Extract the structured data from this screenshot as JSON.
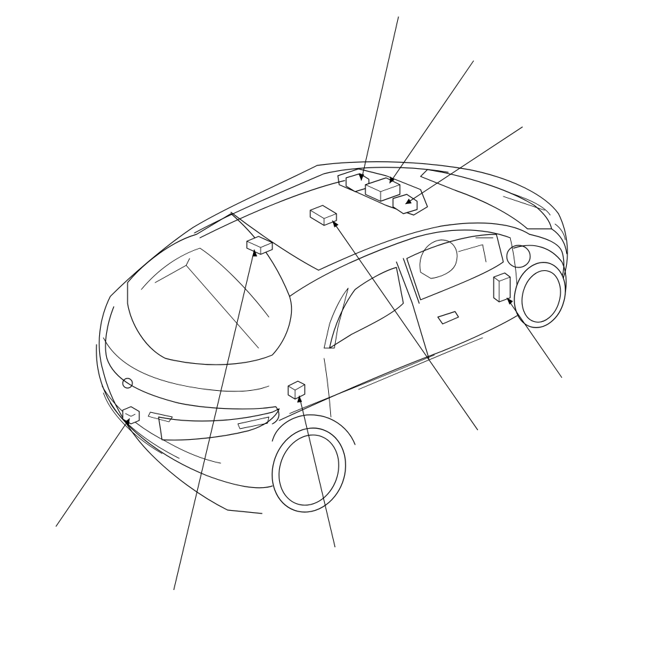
{
  "diagram": {
    "colors": {
      "line": "#000000",
      "background": "#ffffff"
    },
    "callouts": [
      {
        "id": "roof-console-left"
      },
      {
        "id": "roof-console-center"
      },
      {
        "id": "roof-console-right"
      },
      {
        "id": "roof-module"
      },
      {
        "id": "rear-roof-module"
      },
      {
        "id": "front-wheel-arch-unit"
      },
      {
        "id": "rear-quarter-module"
      },
      {
        "id": "tailgate-unit"
      }
    ]
  }
}
